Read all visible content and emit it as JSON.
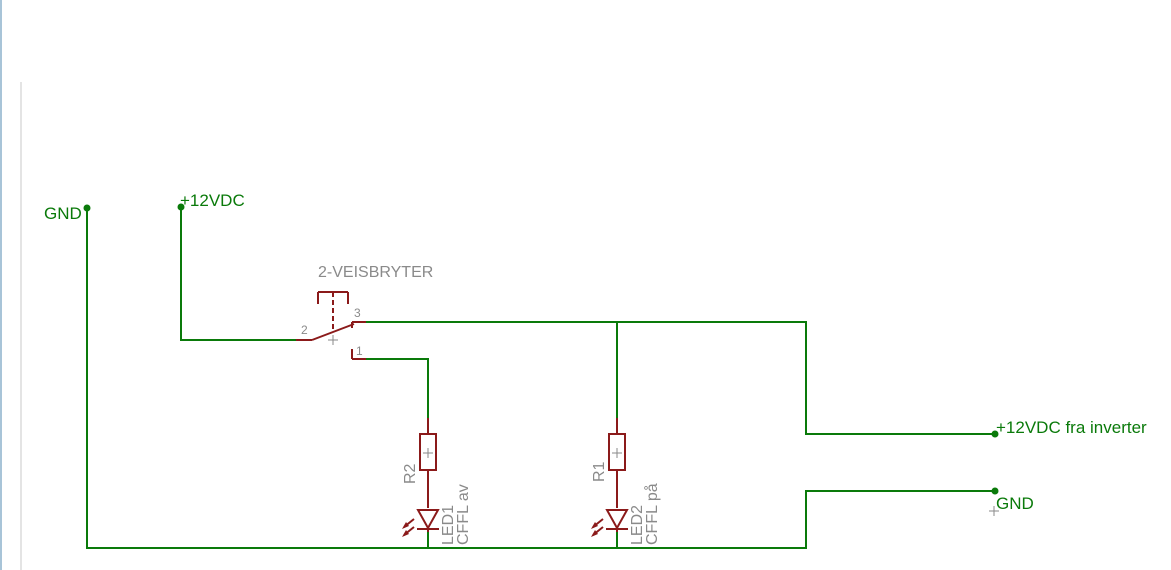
{
  "net_labels": {
    "gnd_left": "GND",
    "vdc_top": "+12VDC",
    "vdc_inverter": "+12VDC fra inverter",
    "gnd_right": "GND"
  },
  "components": {
    "switch": {
      "name": "2-VEISBRYTER",
      "pin1": "1",
      "pin2": "2",
      "pin3": "3"
    },
    "r2": {
      "name": "R2"
    },
    "r1": {
      "name": "R1"
    },
    "led1": {
      "name": "LED1",
      "value": "CFFL av"
    },
    "led2": {
      "name": "LED2",
      "value": "CFFL på"
    }
  },
  "colors": {
    "wire": "#0a7a0a",
    "component": "#8b1a1a",
    "label": "#8a8a8a",
    "frame": "#a8c4d8"
  }
}
